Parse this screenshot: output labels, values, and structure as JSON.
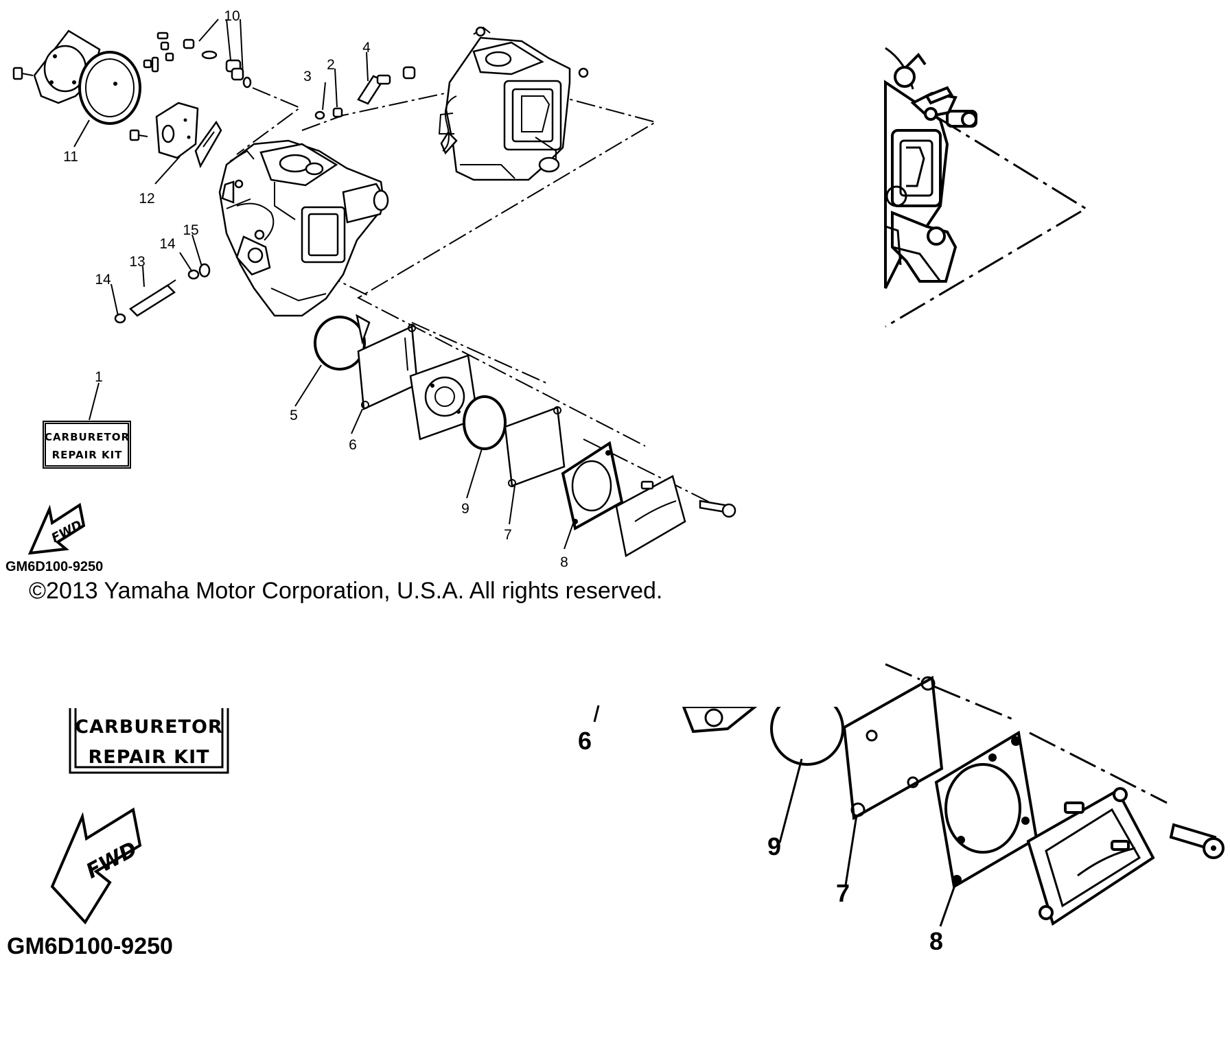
{
  "callouts": {
    "n1": "1",
    "n2": "2",
    "n3": "3",
    "n4": "4",
    "n5": "5",
    "n6": "6",
    "n7": "7",
    "n8": "8",
    "n9": "9",
    "n10": "10",
    "n11": "11",
    "n12": "12",
    "n13": "13",
    "n14a": "14",
    "n14b": "14",
    "n15": "15"
  },
  "zoom_callouts": {
    "n6": "6",
    "n7": "7",
    "n8": "8",
    "n9": "9"
  },
  "kit_label": {
    "line1": "CARBURETOR",
    "line2": "REPAIR KIT"
  },
  "fwd_label": "FWD",
  "part_code": "GM6D100-9250",
  "copyright": "©2013 Yamaha Motor Corporation, U.S.A. All rights reserved.",
  "icons": [
    "carburetor-body-icon",
    "diaphragm-icon",
    "gasket-icon",
    "screw-icon",
    "fwd-arrow-icon"
  ]
}
